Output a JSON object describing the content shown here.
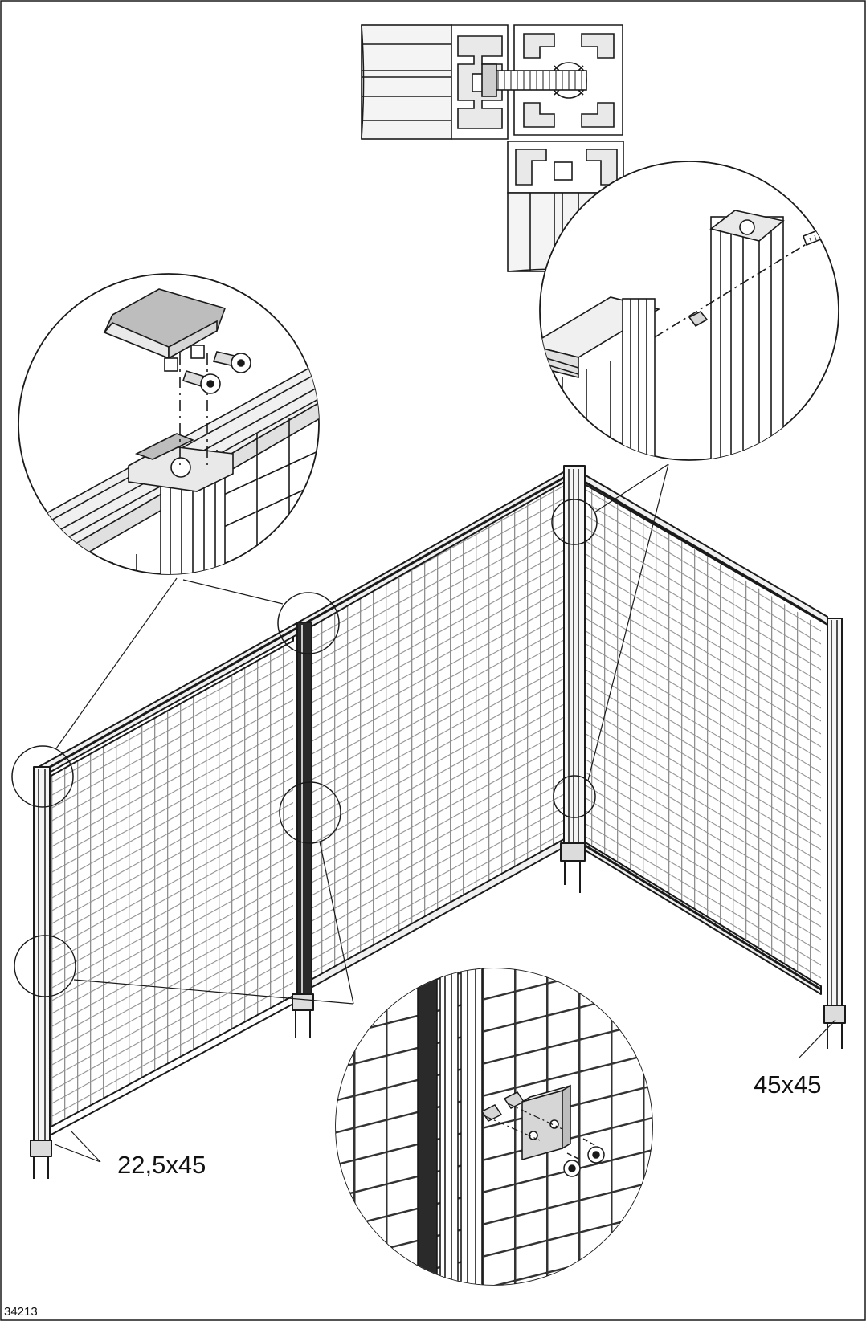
{
  "figure": {
    "labels": {
      "profile_small": "22,5x45",
      "profile_large": "45x45",
      "figure_number": "34213"
    }
  },
  "colors": {
    "line": "#1a1a1a",
    "mesh": "#9a9a9a",
    "profile_fill": "#e9e9e9",
    "cap_fill": "#bdbdbd",
    "background": "#ffffff"
  },
  "icons": [
    "end-cap",
    "screw",
    "t-slot-nut",
    "connector-plate",
    "bolt"
  ]
}
